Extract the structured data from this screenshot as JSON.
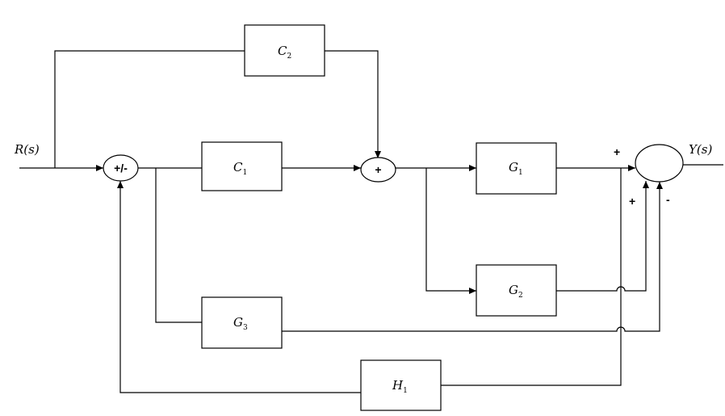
{
  "signals": {
    "input": "R(s)",
    "output": "Y(s)"
  },
  "blocks": {
    "c1": {
      "letter": "C",
      "sub": "1"
    },
    "c2": {
      "letter": "C",
      "sub": "2"
    },
    "g1": {
      "letter": "G",
      "sub": "1"
    },
    "g2": {
      "letter": "G",
      "sub": "2"
    },
    "g3": {
      "letter": "G",
      "sub": "3"
    },
    "h1": {
      "letter": "H",
      "sub": "1"
    }
  },
  "junctions": {
    "sum1": "+/-",
    "sum2": "+",
    "sum3": ""
  },
  "signs": {
    "g1_in": "+",
    "g2_in": "+",
    "g3_in": "-"
  },
  "colors": {
    "line": "#000000",
    "background": "#ffffff"
  }
}
